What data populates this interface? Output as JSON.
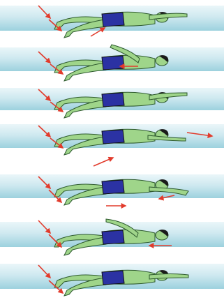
{
  "colors": {
    "background": "#ffffff",
    "water_light": "#eaf6f9",
    "water_mid": "#cfe9f0",
    "water_dark": "#9cd1de",
    "skin": "#9fd58a",
    "skin_outline": "#2e5a2e",
    "hair": "#1a1a1a",
    "swimsuit": "#2b32a3",
    "arrow": "#e23b2c"
  },
  "icons": {
    "motion_arrow": "red-arrow-icon",
    "swimmer": "backstroke-swimmer-figure"
  },
  "figure": {
    "stroke": "backstroke",
    "frame_count": 7
  }
}
